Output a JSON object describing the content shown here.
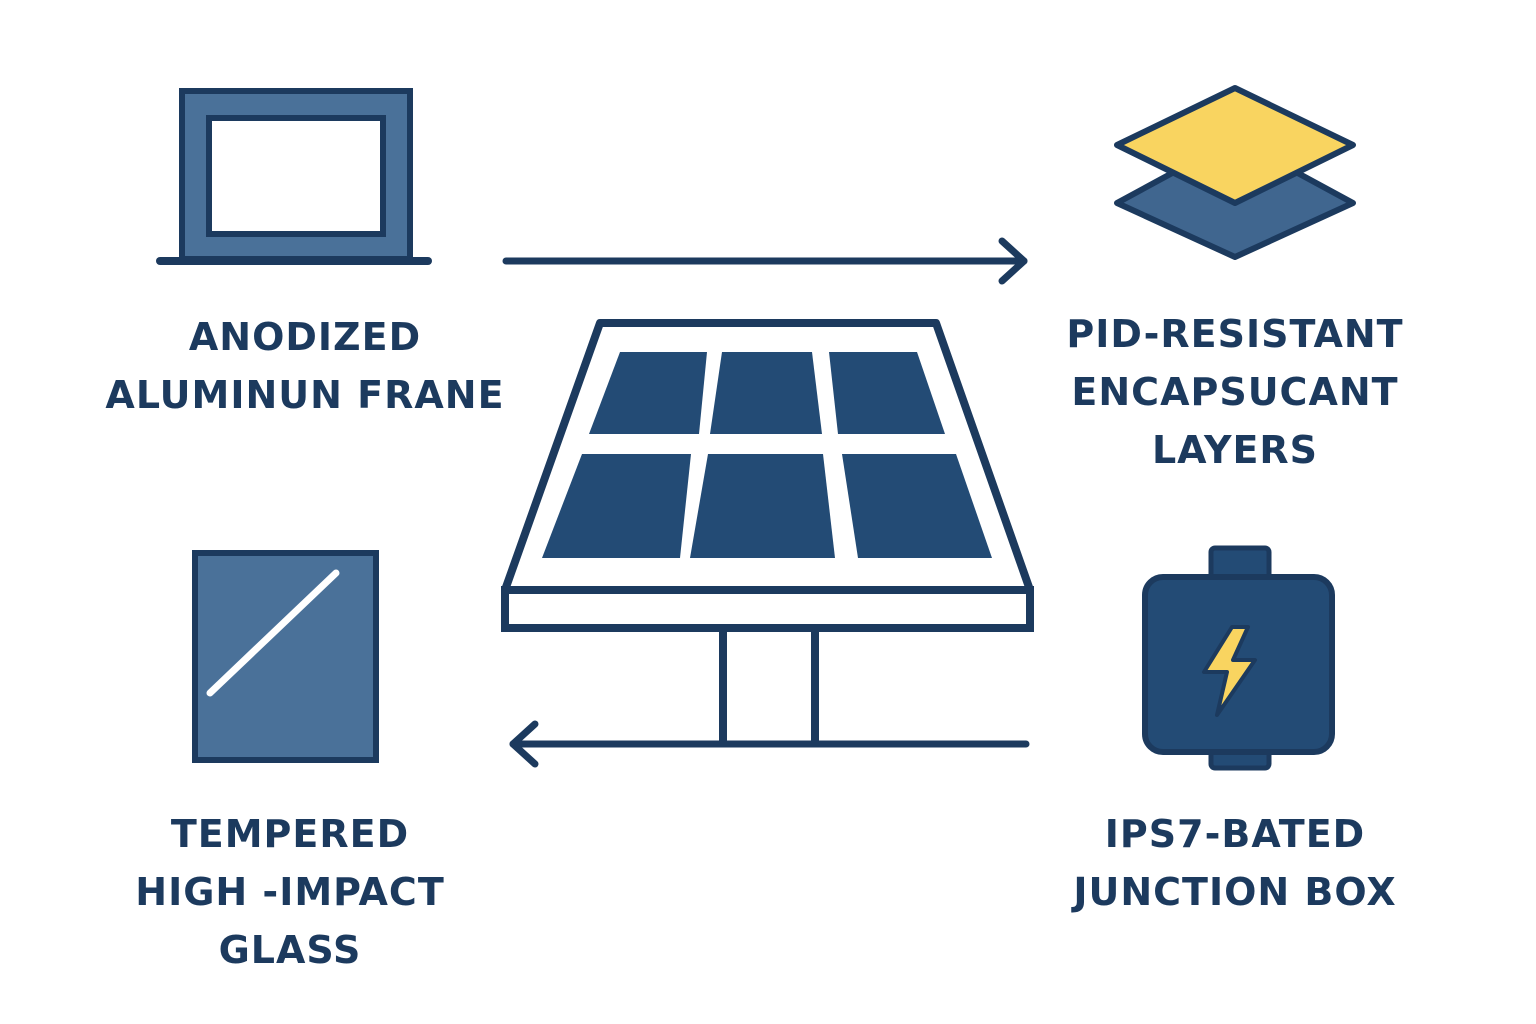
{
  "colors": {
    "navy": "#1c3a5e",
    "steel_blue": "#4a7199",
    "panel_cell": "#234b75",
    "layer_blue": "#40668f",
    "yellow": "#f9d460",
    "white": "#ffffff"
  },
  "icons": {
    "frame": "aluminum-frame-icon",
    "encapsulant": "stacked-layers-icon",
    "glass": "glass-pane-icon",
    "junction_box": "junction-box-icon",
    "center": "solar-panel-icon",
    "bolt": "lightning-bolt-icon"
  },
  "labels": {
    "frame": [
      "ANODIZED",
      "ALUMINUN FRANE"
    ],
    "encapsulant": [
      "PID-RESISTANT",
      "ENCAPSUCANT",
      "LAYERS"
    ],
    "glass": [
      "TEMPERED",
      "HIGH -IMPACT",
      "GLASS"
    ],
    "junction_box": [
      "IPS7-BATED",
      "JUNCTION BOX"
    ]
  },
  "arrows": {
    "top": "right",
    "bottom": "left"
  }
}
